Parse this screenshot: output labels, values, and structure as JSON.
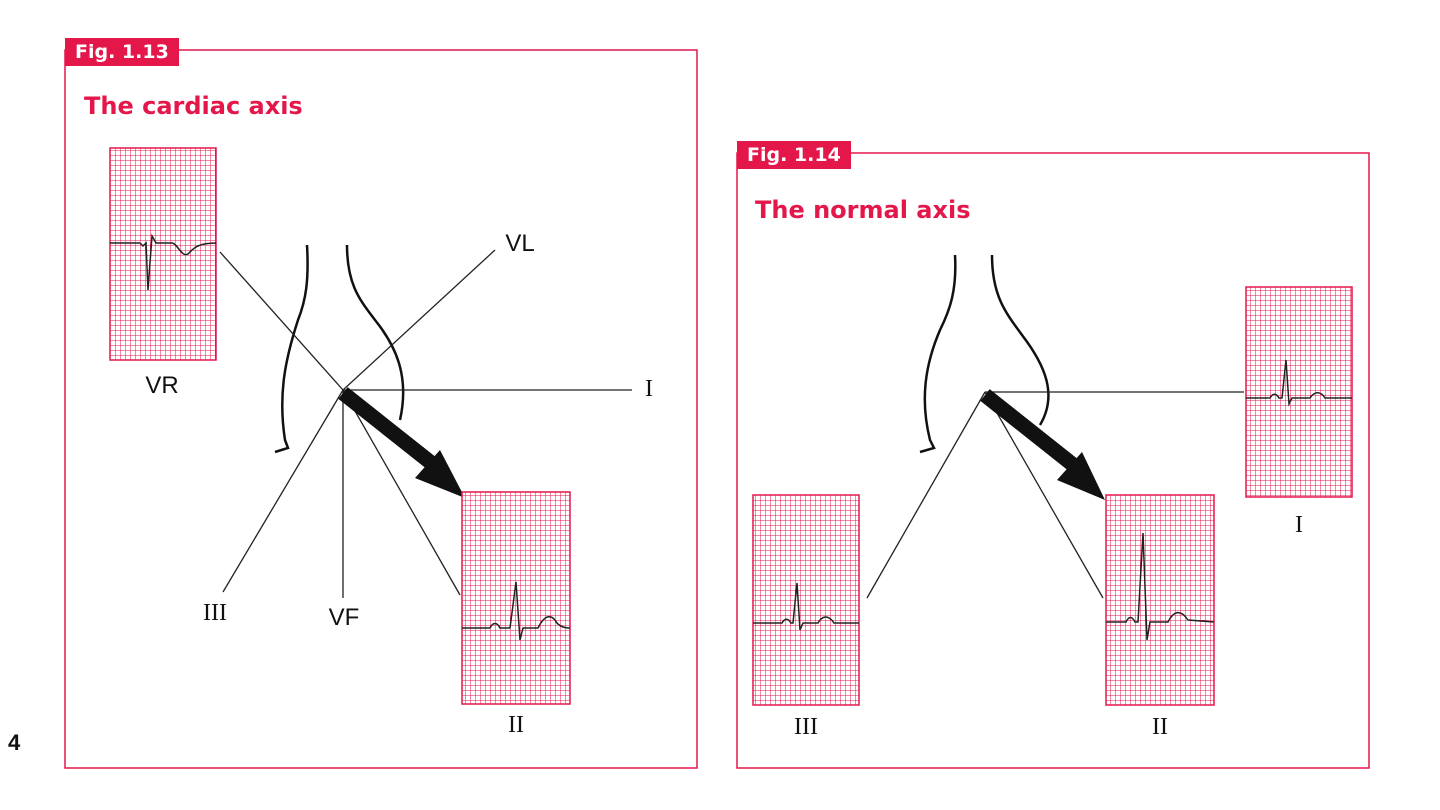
{
  "page_number": "4",
  "colors": {
    "accent": "#e4174b",
    "grid": "#e4174b",
    "ink": "#111111"
  },
  "figures": [
    {
      "tag": "Fig. 1.13",
      "title": "The cardiac axis",
      "leads": [
        "VR",
        "VL",
        "I",
        "III",
        "VF",
        "II"
      ]
    },
    {
      "tag": "Fig. 1.14",
      "title": "The normal axis",
      "leads": [
        "I",
        "III",
        "II"
      ]
    }
  ]
}
